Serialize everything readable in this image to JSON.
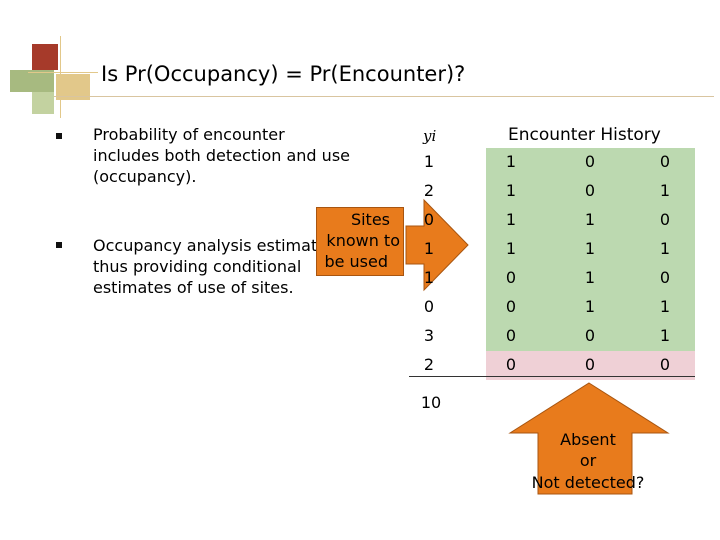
{
  "slide": {
    "title": "Is Pr(Occupancy) = Pr(Encounter)?",
    "bullets": [
      "Probability of encounter includes both detection and use (occupancy).",
      "Occupancy analysis estimates each thus providing conditional estimates of use of sites."
    ],
    "callout": [
      "Sites",
      "known to",
      "be used"
    ],
    "table": {
      "yi_header": "yi",
      "history_header": "Encounter History",
      "rows": [
        {
          "y": "1",
          "h": [
            "1",
            "0",
            "0"
          ],
          "shade": "green"
        },
        {
          "y": "2",
          "h": [
            "1",
            "0",
            "1"
          ],
          "shade": "green"
        },
        {
          "y": "0",
          "h": [
            "1",
            "1",
            "0"
          ],
          "shade": "green"
        },
        {
          "y": "1",
          "h": [
            "1",
            "1",
            "1"
          ],
          "shade": "green"
        },
        {
          "y": "1",
          "h": [
            "0",
            "1",
            "0"
          ],
          "shade": "green"
        },
        {
          "y": "0",
          "h": [
            "0",
            "1",
            "1"
          ],
          "shade": "green"
        },
        {
          "y": "3",
          "h": [
            "0",
            "0",
            "1"
          ],
          "shade": "green"
        },
        {
          "y": "2",
          "h": [
            "0",
            "0",
            "0"
          ],
          "shade": "pink"
        }
      ],
      "total": "10"
    },
    "arrow_note": [
      "Absent",
      "or",
      "Not detected?"
    ],
    "colors": {
      "green": "#bcd9b0",
      "pink": "#efd0d6",
      "orange": "#e87b1c",
      "deco_red": "#a63a2a",
      "deco_green": "#8aa356",
      "deco_tan": "#e2c88a"
    }
  }
}
